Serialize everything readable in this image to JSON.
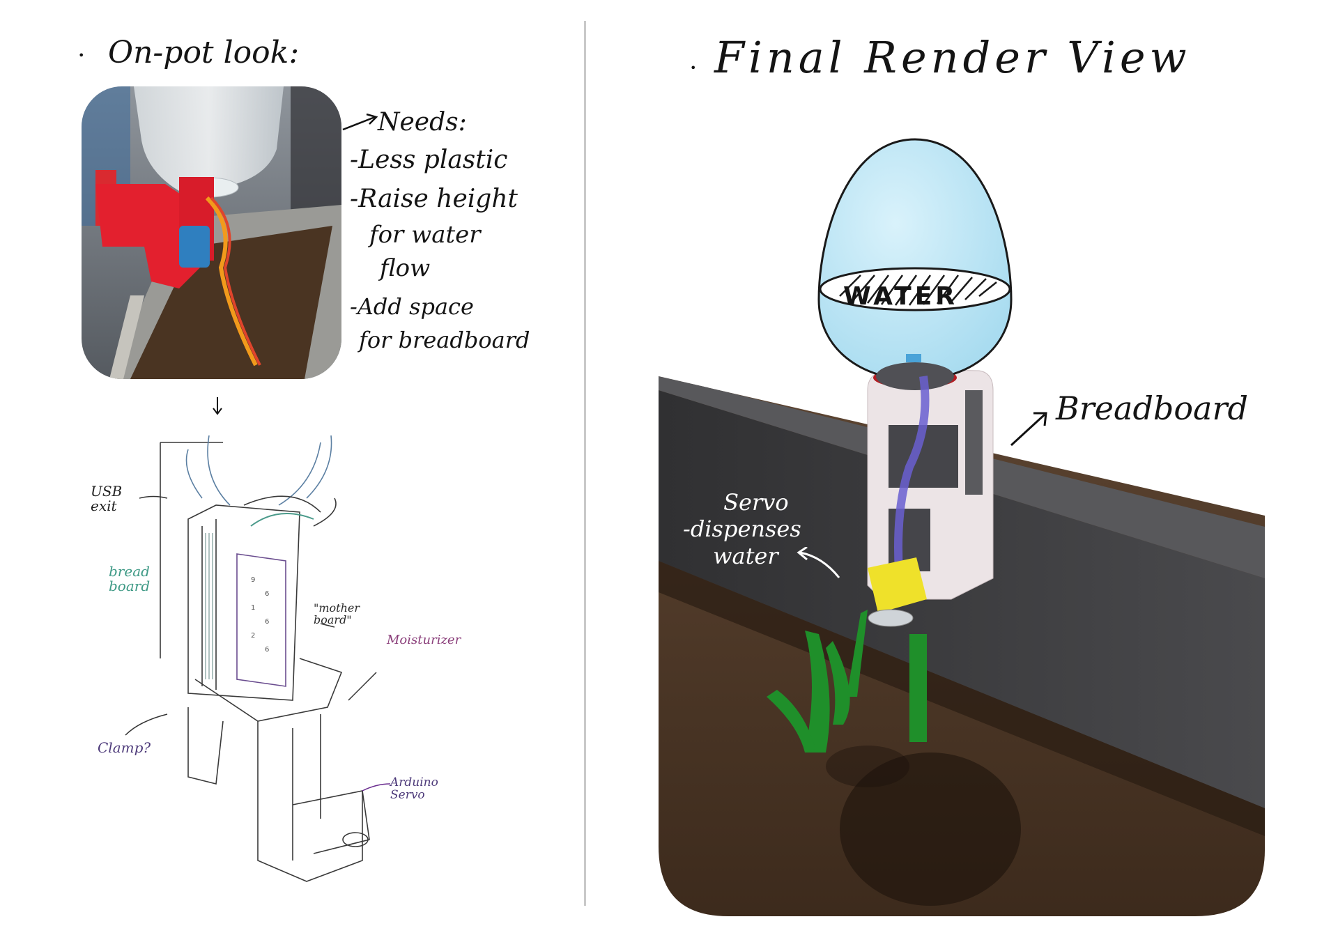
{
  "left_title": "On-pot look:",
  "needs": {
    "heading": "Needs:",
    "items": [
      "-Less plastic",
      "-Raise height",
      "for water",
      "flow",
      "-Add space",
      "for breadboard"
    ]
  },
  "sketch_labels": {
    "usb": "USB",
    "usb2": "exit",
    "breadboard": "bread",
    "breadboard2": "board",
    "motherboard": "\"mother",
    "motherboard2": "board\"",
    "moisturizer": "Moisturizer",
    "clamp": "Clamp?",
    "arduino": "Arduino",
    "servo": "Servo"
  },
  "right_title": "Final Render View",
  "render_labels": {
    "water": "WATER",
    "breadboard": "Breadboard",
    "servo_line1": "Servo",
    "servo_line2": "-dispenses",
    "servo_line3": "water"
  },
  "colors": {
    "divider": "#c9c9c9",
    "bottle": "#bfe6f6",
    "clamp_red": "#e3202e",
    "soil": "#4e3826",
    "box": "#3d3d3f",
    "servo_yellow": "#efe12a",
    "grass": "#1f8f2a"
  }
}
